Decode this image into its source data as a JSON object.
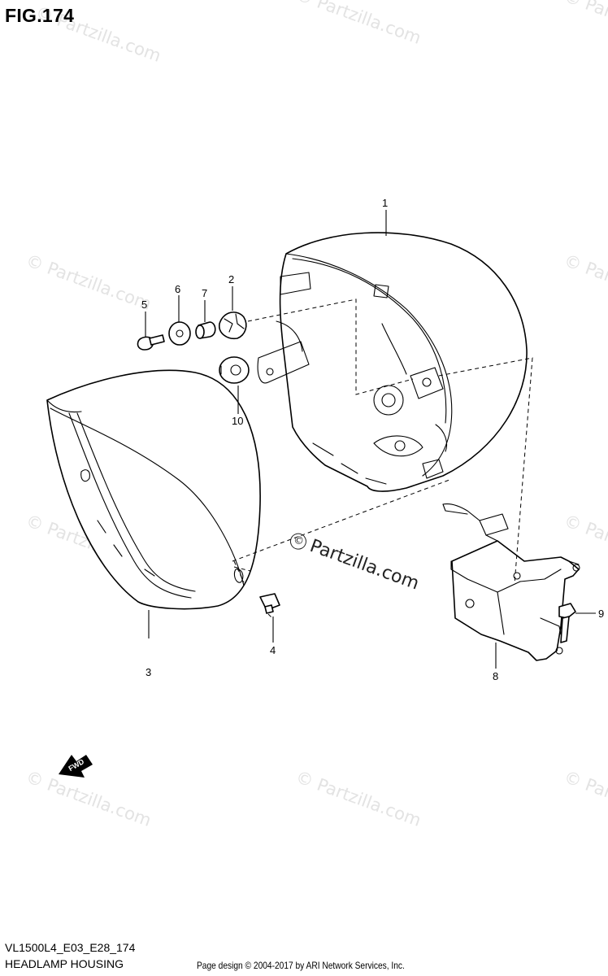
{
  "figure": {
    "title": "FIG.174",
    "model_code": "VL1500L4_E03_E28_174",
    "diagram_title": "HEADLAMP HOUSING"
  },
  "callouts": {
    "c1": "1",
    "c2": "2",
    "c3": "3",
    "c4": "4",
    "c5": "5",
    "c6": "6",
    "c7": "7",
    "c8": "8",
    "c9": "9",
    "c10": "10"
  },
  "direction_arrow": "FWD",
  "watermark": {
    "text": "© Partzilla.com",
    "center_text": "Partzilla.com"
  },
  "footer": {
    "copyright": "Page design © 2004-2017 by ARI Network Services, Inc."
  }
}
